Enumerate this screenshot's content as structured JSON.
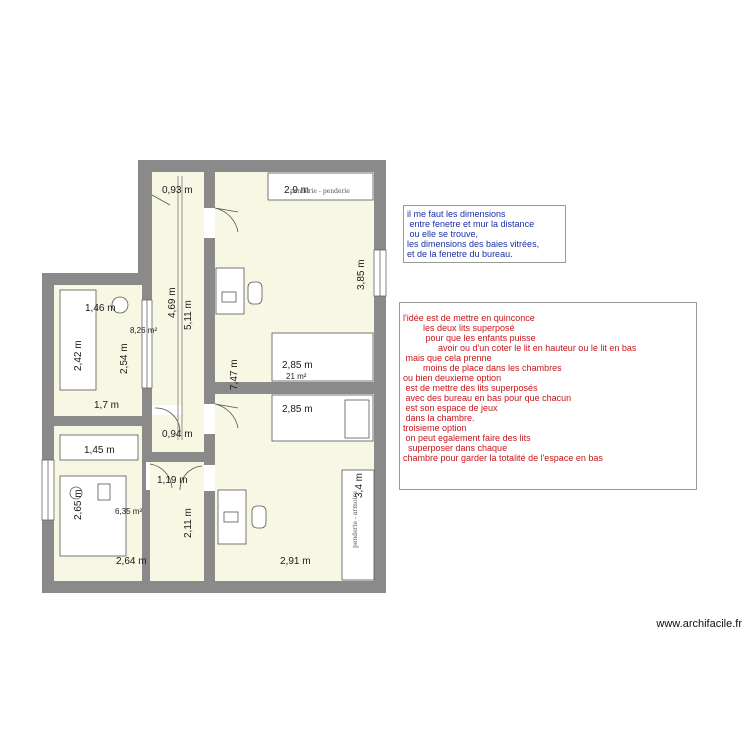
{
  "plan": {
    "dimensions": {
      "top_hall_width": "0,93 m",
      "bedroom1_width_top": "2,9 m",
      "furniture_label_top": "penderie - penderie",
      "bedroom1_height": "3,85 m",
      "hall_length_a": "4,69 m",
      "hall_length_b": "5,11 m",
      "left_room_top": "1,46 m",
      "left_room_height_a": "2,42 m",
      "left_room_height_b": "2,54 m",
      "left_room_width": "1,7 m",
      "bedroom1_bottom": "2,85 m",
      "bedrooms_total_height": "7,47 m",
      "bedroom2_top": "2,85 m",
      "hall_width_bottom": "0,94 m",
      "office_top": "1,45 m",
      "stair_width": "1,19 m",
      "office_height": "2,65 m",
      "stair_height": "2,11 m",
      "office_width": "2,64 m",
      "bedroom2_height": "3,4 m",
      "bedroom2_width": "2,91 m",
      "furniture_label_right": "penderie - armoire"
    },
    "areas": {
      "hall_area": "8,26 m²",
      "bedrooms_area": "21 m²",
      "office_area": "6,35 m²"
    }
  },
  "notes": {
    "blue": [
      "il me faut les dimensions",
      " entre fenetre et mur la distance",
      " ou elle se trouve,",
      "les dimensions des baies vitrées,",
      "et de la fenetre du bureau."
    ],
    "red": [
      "l'idée est de mettre en quinconce",
      "        les deux lits superposé",
      "         pour que les enfants puisse",
      "              avoir ou d'un coter le lit en hauteur ou le lit en bas",
      " mais que cela prenne",
      "        moins de place dans les chambres",
      "",
      "ou bien deuxieme option",
      " est de mettre des lits superposés",
      " avec des bureau en bas pour que chacun",
      " est son espace de jeux",
      " dans la chambre.",
      "",
      "troisieme option",
      " on peut egalement faire des lits",
      "  superposer dans chaque",
      "chambre pour garder la totalité de l'espace en bas"
    ]
  },
  "watermark": "www.archifacile.fr",
  "colors": {
    "wall": "#8a8a8a",
    "floor": "#f7f7e3",
    "blue_note": "#1a2ea8",
    "red_note": "#c8141a"
  }
}
